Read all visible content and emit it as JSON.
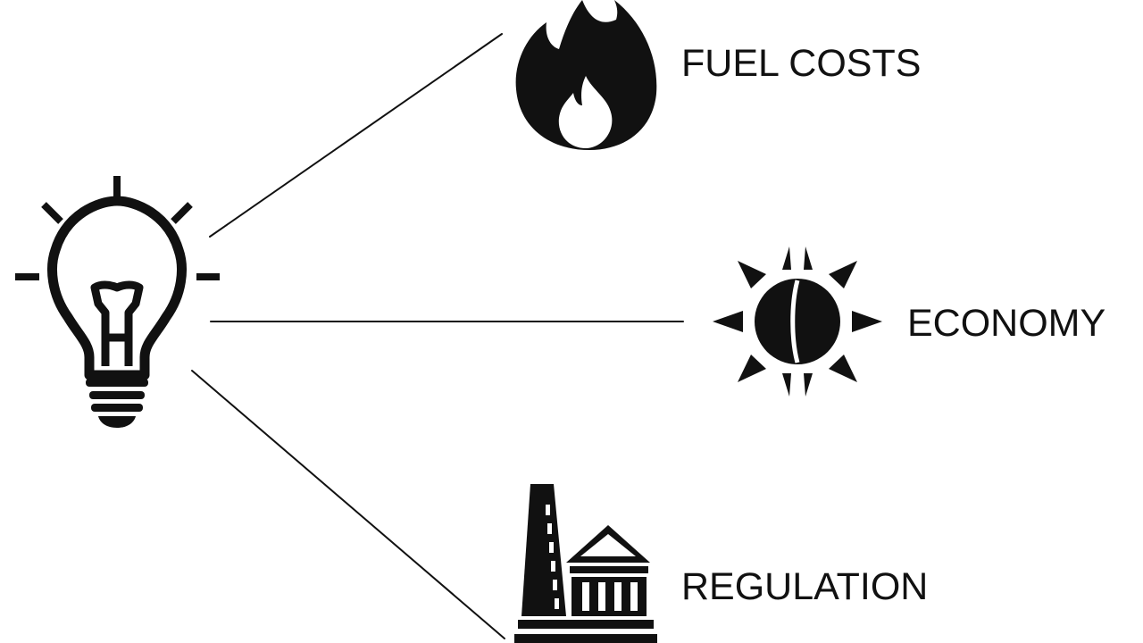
{
  "diagram": {
    "center_icon": "lightbulb-icon",
    "factors": [
      {
        "label": "FUEL COSTS",
        "icon": "flame-icon"
      },
      {
        "label": "ECONOMY",
        "icon": "economy-sun-icon"
      },
      {
        "label": "REGULATION",
        "icon": "factory-icon"
      }
    ]
  },
  "colors": {
    "ink": "#111111",
    "background": "#ffffff"
  }
}
